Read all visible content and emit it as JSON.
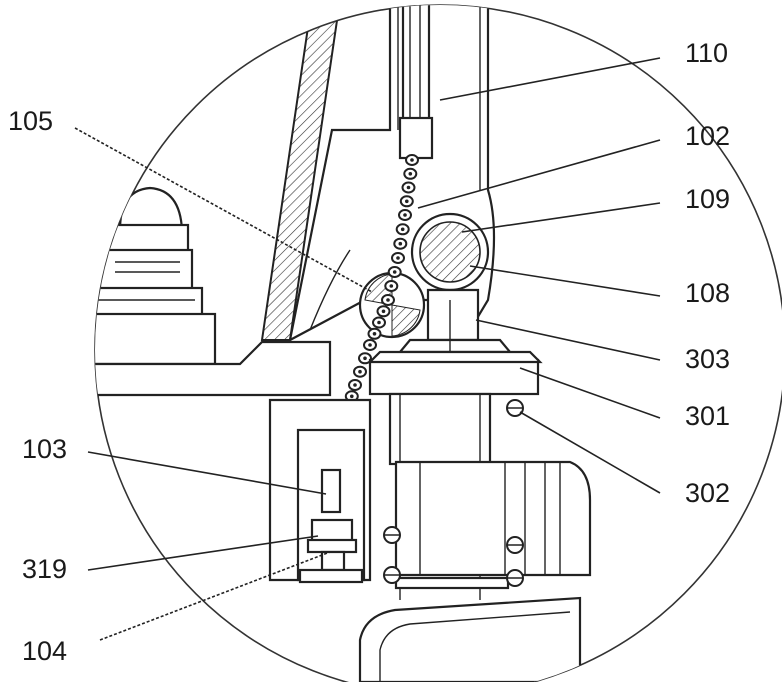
{
  "figure": {
    "background": "#ffffff",
    "ink": "#1a1a1a",
    "labels": [
      {
        "id": "110",
        "text": "110"
      },
      {
        "id": "105",
        "text": "105"
      },
      {
        "id": "102",
        "text": "102"
      },
      {
        "id": "109",
        "text": "109"
      },
      {
        "id": "108",
        "text": "108"
      },
      {
        "id": "303",
        "text": "303"
      },
      {
        "id": "301",
        "text": "301"
      },
      {
        "id": "103",
        "text": "103"
      },
      {
        "id": "302",
        "text": "302"
      },
      {
        "id": "319",
        "text": "319"
      },
      {
        "id": "104",
        "text": "104"
      }
    ]
  }
}
